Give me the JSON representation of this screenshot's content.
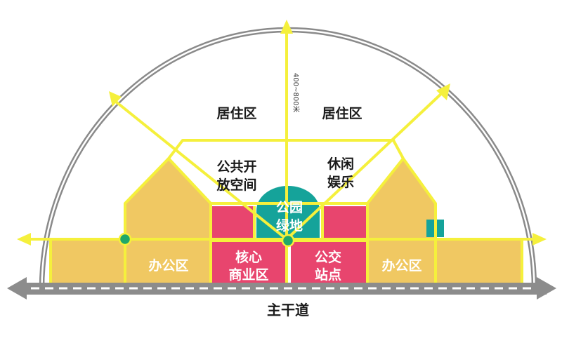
{
  "labels": {
    "residential_left": "居住区",
    "residential_right": "居住区",
    "public_space_line1": "公共开",
    "public_space_line2": "放空间",
    "leisure_line1": "休闲",
    "leisure_line2": "娱乐",
    "park_line1": "公园",
    "park_line2": "绿地",
    "office_left": "办公区",
    "office_right": "办公区",
    "core_line1": "核心",
    "core_line2": "商业区",
    "bus_line1": "公交",
    "bus_line2": "站点",
    "main_road": "主干道",
    "radius": "400~800米"
  },
  "colors": {
    "office": "#f0c862",
    "commercial": "#e8456e",
    "park": "#15a39a",
    "axis": "#f5f03c",
    "road": "#8c8c8c",
    "arc": "#8a8a8a",
    "node_green": "#1ea86a"
  }
}
